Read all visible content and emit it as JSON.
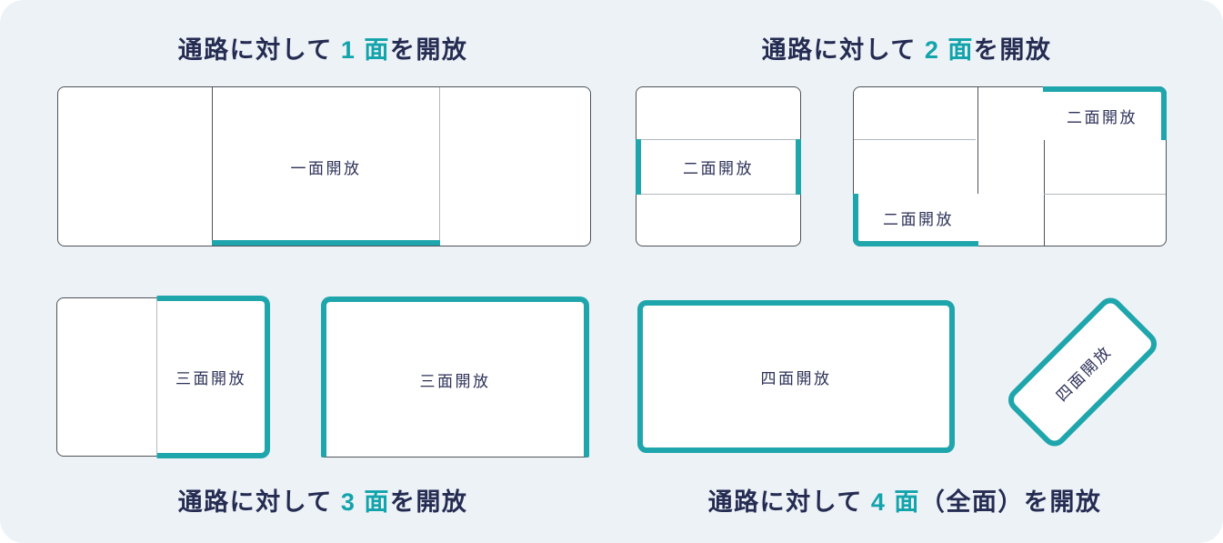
{
  "colors": {
    "accent_teal": "#1fa6ac",
    "accent_teal_text": "#12a3ab",
    "text_navy": "#252c52",
    "panel_background": "#edf2f7",
    "line_dark": "#4e5358",
    "line_light": "#b2b8bd",
    "booth_fill": "#ffffff"
  },
  "sections": {
    "one": {
      "title_prefix": "通路に対して ",
      "title_accent": "1 面",
      "title_suffix": "を開放",
      "booth_label": "一面開放"
    },
    "two": {
      "title_prefix": "通路に対して ",
      "title_accent": "2 面",
      "title_suffix": "を開放",
      "stack_booth_label": "二面開放",
      "corner_top_booth_label": "二面開放",
      "corner_bottom_booth_label": "二面開放"
    },
    "three": {
      "title_prefix": "通路に対して ",
      "title_accent": "3 面",
      "title_suffix": "を開放",
      "pair_booth_label": "三面開放",
      "wide_booth_label": "三面開放"
    },
    "four": {
      "title_prefix": "通路に対して ",
      "title_accent": "4 面",
      "title_suffix": "（全面）を開放",
      "island_booth_label": "四面開放",
      "rotated_booth_label": "四面開放"
    }
  }
}
